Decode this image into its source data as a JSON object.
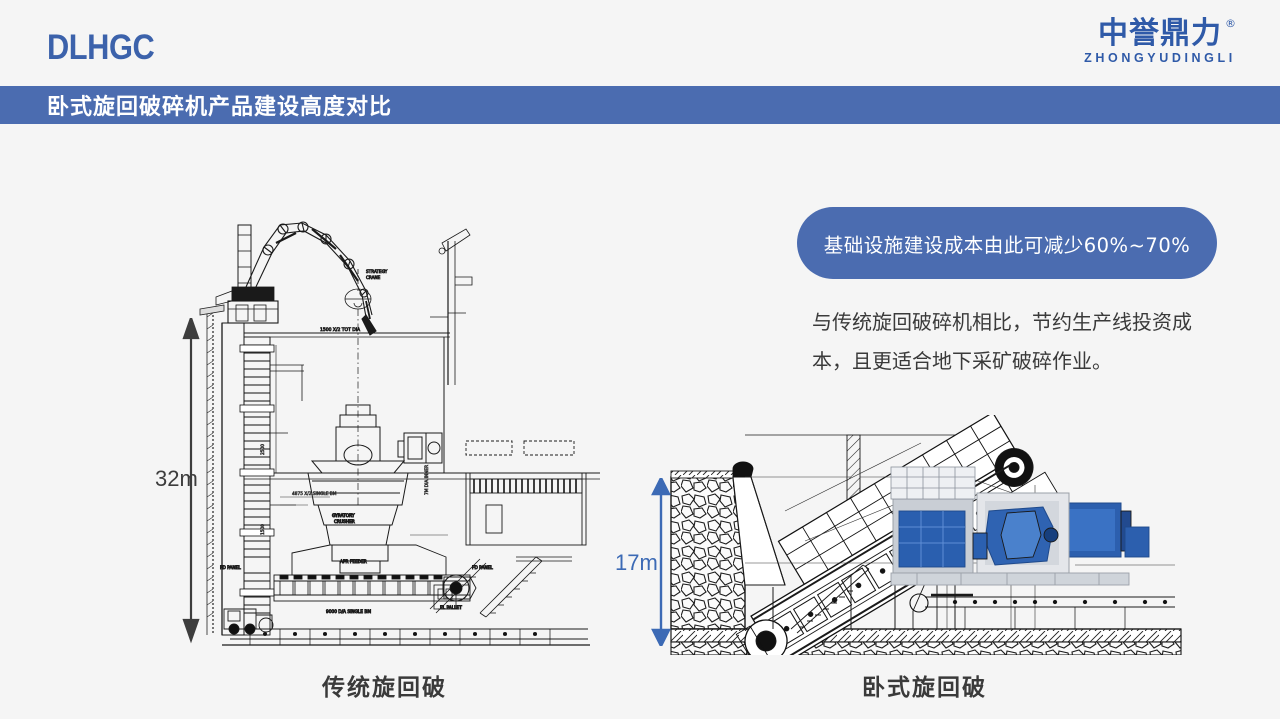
{
  "header": {
    "brand": "DLHGC",
    "logo_cn": "中誉鼎力",
    "logo_en": "ZHONGYUDINGLI",
    "logo_registered": "®",
    "title": "卧式旋回破碎机产品建设高度对比",
    "bar_color": "#4b6cb0",
    "brand_color": "#3c62ab"
  },
  "content": {
    "callout": "基础设施建设成本由此可减少60%~70%",
    "paragraph": "与传统旋回破碎机相比，节约生产线投资成本，且更适合地下采矿破碎作业。"
  },
  "figures": {
    "left": {
      "caption": "传统旋回破",
      "dimension": "32m",
      "dimension_color": "#3d3d3d"
    },
    "right": {
      "caption": "卧式旋回破",
      "dimension": "17m",
      "dimension_color": "#3c6ab5",
      "machine_color": "#2255a8"
    }
  },
  "page": {
    "background": "#f5f5f5",
    "text_color": "#3a3a3a"
  }
}
